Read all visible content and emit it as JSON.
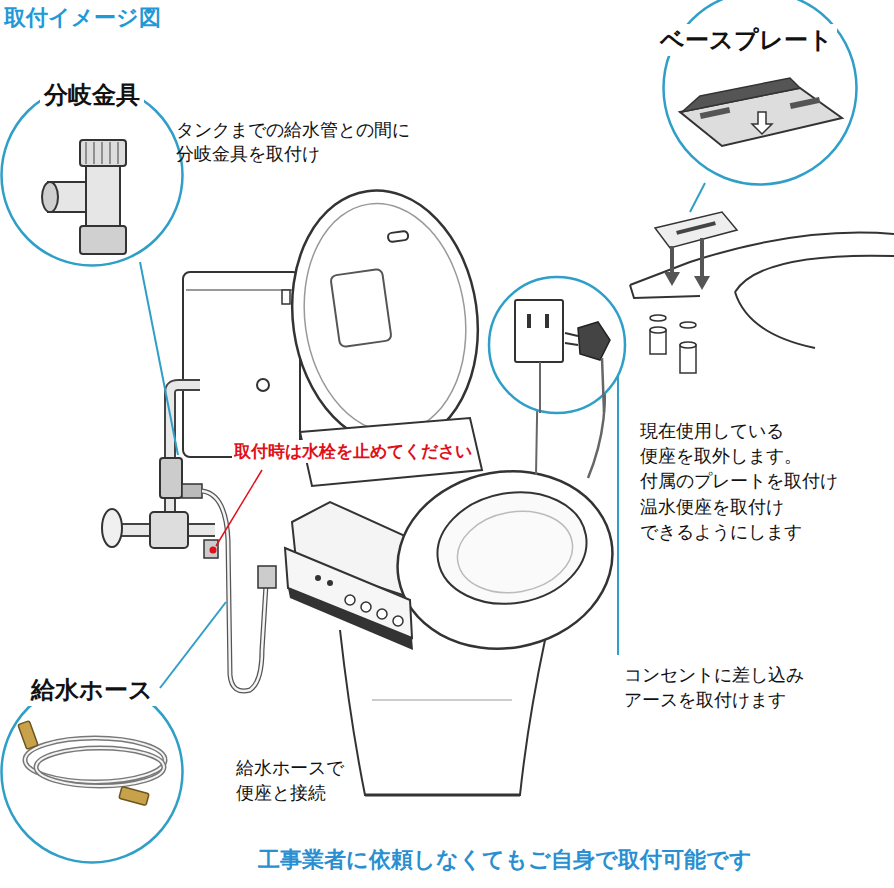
{
  "diagram": {
    "title": "取付イメージ図",
    "nodes": [
      {
        "text": [
          "分岐金具"
        ]
      },
      {
        "text": [
          "ベースプレート"
        ]
      },
      {
        "text": [
          "給水ホース"
        ]
      }
    ],
    "labels": [
      "タンクまでの給水管との間に 分岐金具を取付け",
      "取付時は水栓を止めてください",
      "現在使用している 便座を取外します。 付属のプレートを取付け 温水便座を取付け できるようにします",
      "コンセントに差し込み アースを取付けます",
      "給水ホースで 便座と接続",
      "工事業者に依頼しなくてもご自身で取付可能です"
    ]
  }
}
